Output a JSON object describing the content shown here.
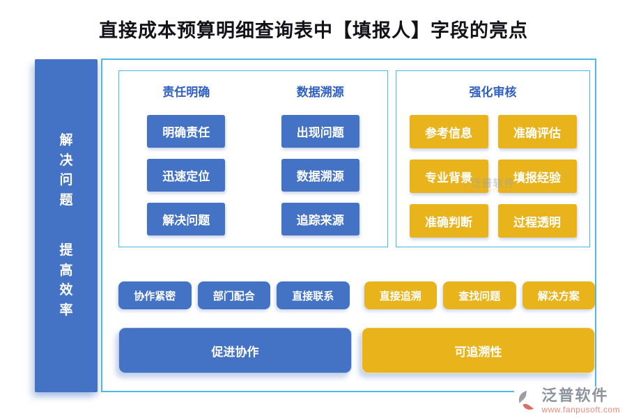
{
  "title": "直接成本预算明细查询表中【填报人】字段的亮点",
  "sidebar": {
    "line1": "解决问题",
    "line2": "提高效率"
  },
  "panels": {
    "responsibility": {
      "header": "责任明确",
      "items": [
        "明确责任",
        "迅速定位",
        "解决问题"
      ]
    },
    "tracing": {
      "header": "数据溯源",
      "items": [
        "出现问题",
        "数据溯源",
        "追踪来源"
      ]
    },
    "review": {
      "header": "强化审核",
      "items": [
        "参考信息",
        "准确评估",
        "专业背景",
        "填报经验",
        "准确判断",
        "过程透明"
      ]
    }
  },
  "middle_row": {
    "blue": [
      "协作紧密",
      "部门配合",
      "直接联系"
    ],
    "yellow": [
      "直接追溯",
      "查找问题",
      "解决方案"
    ]
  },
  "bottom_row": {
    "blue": "促进协作",
    "yellow": "可追溯性"
  },
  "watermark": {
    "text": "泛普软件",
    "subtext": "FANPU SOFTWARE"
  },
  "logo": {
    "name": "泛普软件",
    "url": "www.fanpusoft.com"
  },
  "colors": {
    "blue": "#4472C4",
    "gold": "#E9B31C",
    "frame_border": "#4FB7E9",
    "panel_border": "#46BBE4",
    "header_text": "#2E5FC4",
    "logo_grey": "#8b949c",
    "logo_pink": "#EE8778"
  }
}
